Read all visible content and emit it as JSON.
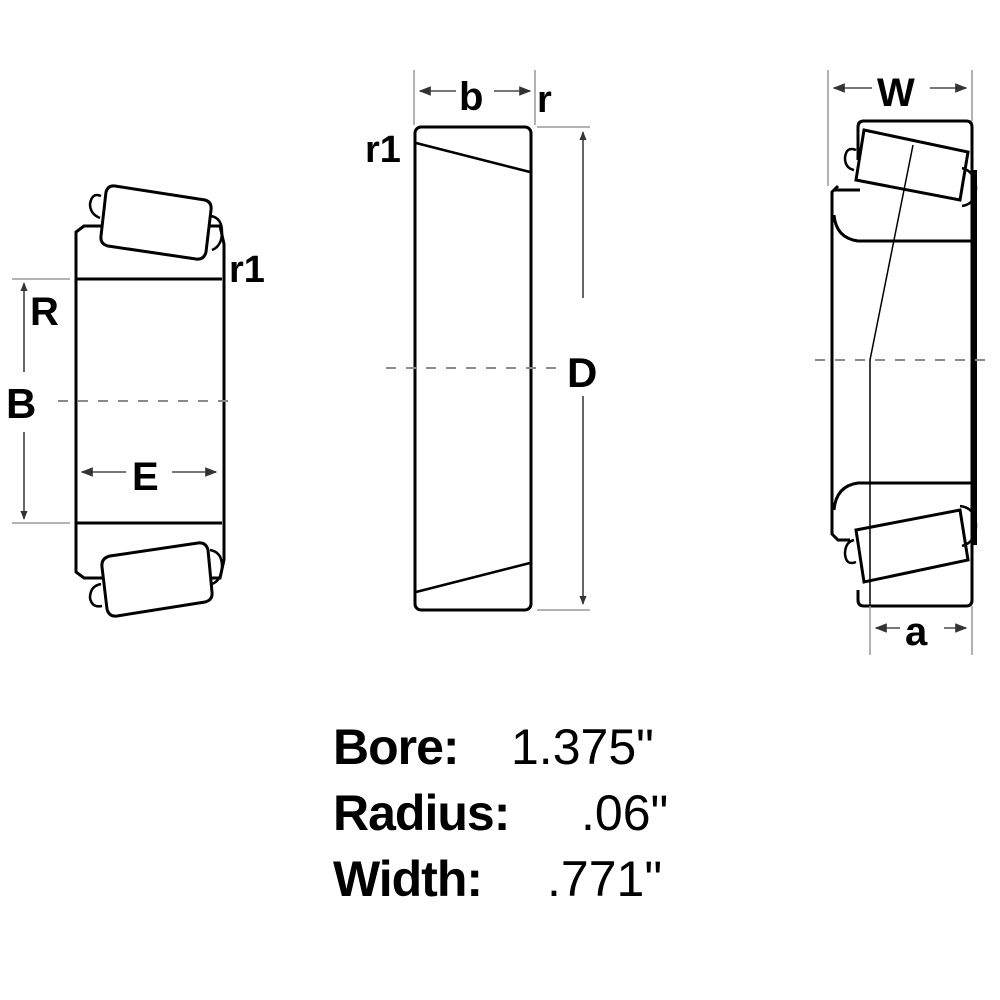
{
  "diagram": {
    "title": "Tapered roller bearing dimension diagram",
    "views": [
      {
        "name": "cone-assembly",
        "labels": {
          "R": "R",
          "B": "B",
          "E": "E",
          "r1": "r1"
        }
      },
      {
        "name": "cup",
        "labels": {
          "b": "b",
          "r": "r",
          "r1": "r1",
          "D": "D"
        }
      },
      {
        "name": "full-bearing",
        "labels": {
          "W": "W",
          "a": "a"
        }
      }
    ],
    "line_color": "#000000",
    "dash_color": "#8a8a8a"
  },
  "specs": [
    {
      "label": "Bore:",
      "value": "1.375\""
    },
    {
      "label": "Radius:",
      "value": ".06\""
    },
    {
      "label": "Width:",
      "value": ".771\""
    }
  ]
}
